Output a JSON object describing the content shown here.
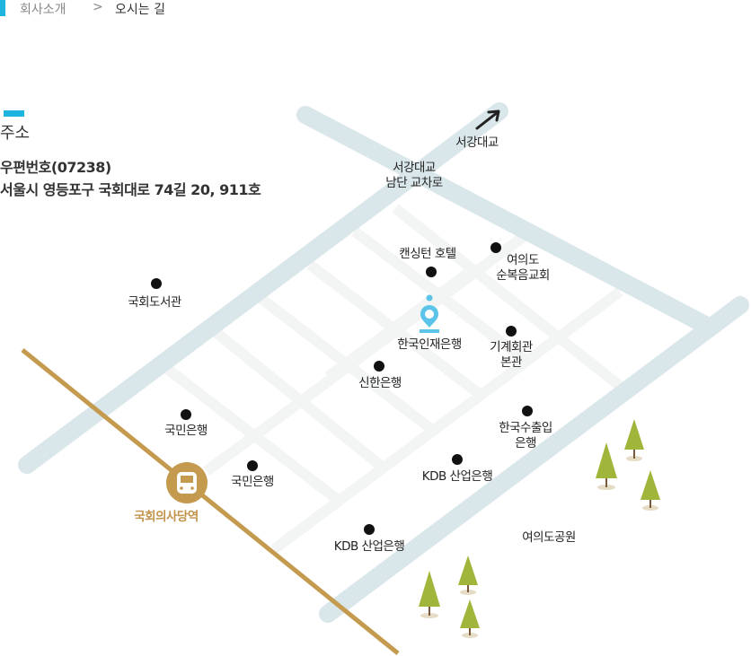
{
  "breadcrumb": {
    "items": [
      "회사소개",
      "오시는 길"
    ],
    "separator": ">"
  },
  "section": {
    "title": "주소"
  },
  "address": {
    "postal": "우편번호(07238)",
    "street": "서울시 영등포구 국회대로 74길 20,  911호"
  },
  "map": {
    "direction_label": "서강대교",
    "intersection": [
      "서강대교",
      "남단 교차로"
    ],
    "company": "한국인재은행",
    "station": "국회의사당역",
    "park": "여의도공원",
    "places": [
      {
        "name": [
          "캔싱턴 호텔"
        ]
      },
      {
        "name": [
          "여의도",
          "순복음교회"
        ]
      },
      {
        "name": [
          "국회도서관"
        ]
      },
      {
        "name": [
          "기계회관",
          "본관"
        ]
      },
      {
        "name": [
          "신한은행"
        ]
      },
      {
        "name": [
          "국민은행"
        ]
      },
      {
        "name": [
          "한국수출입",
          "은행"
        ]
      },
      {
        "name": [
          "국민은행"
        ]
      },
      {
        "name": [
          "KDB 산업은행"
        ]
      },
      {
        "name": [
          "KDB 산업은행"
        ]
      }
    ],
    "colors": {
      "major_road": "#d9e6ea",
      "minor_road": "#f3f4f4",
      "rail": "#c49a4f",
      "accent": "#1db5e0",
      "pin": "#5bc4e8",
      "tree": "#9fb63a"
    }
  }
}
